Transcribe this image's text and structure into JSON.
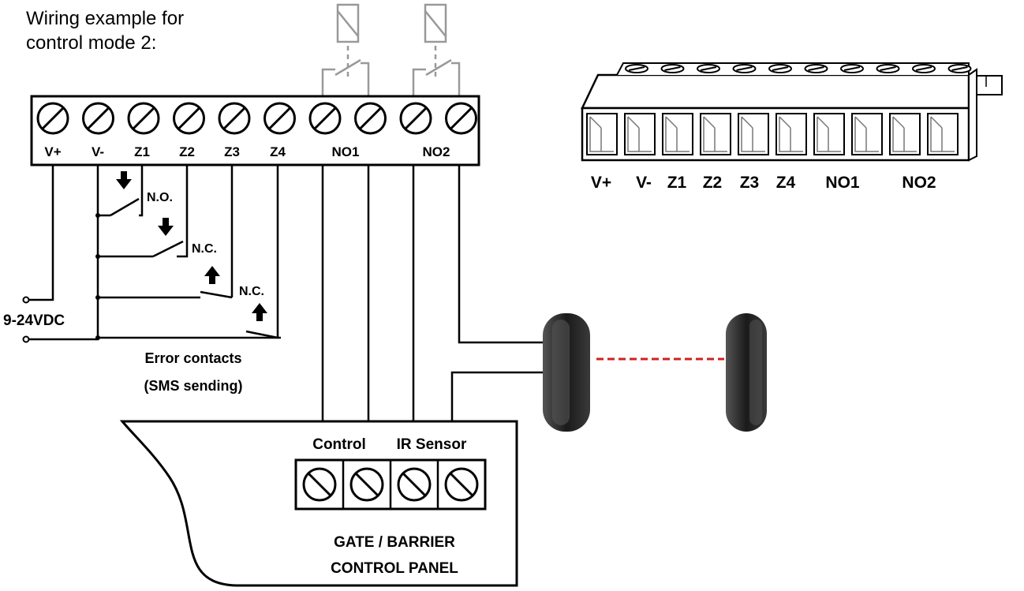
{
  "title": {
    "line1": "Wiring example for",
    "line2": "control mode 2:"
  },
  "module_terminals": [
    "V+",
    "V-",
    "Z1",
    "Z2",
    "Z3",
    "Z4",
    "NO1",
    "NO2"
  ],
  "connector_labels": [
    "V+",
    "V-",
    "Z1",
    "Z2",
    "Z3",
    "Z4",
    "NO1",
    "NO2"
  ],
  "contacts": {
    "no": "N.O.",
    "nc1": "N.C.",
    "nc2": "N.C."
  },
  "power": "9-24VDC",
  "error_contacts": {
    "line1": "Error contacts",
    "line2": "(SMS sending)"
  },
  "panel": {
    "control_label": "Control",
    "ir_label": "IR Sensor",
    "line1": "GATE / BARRIER",
    "line2": "CONTROL PANEL"
  },
  "colors": {
    "wire": "#000000",
    "relay": "#999999",
    "beam": "#cc2222",
    "sensor": "#2a2a2a"
  }
}
